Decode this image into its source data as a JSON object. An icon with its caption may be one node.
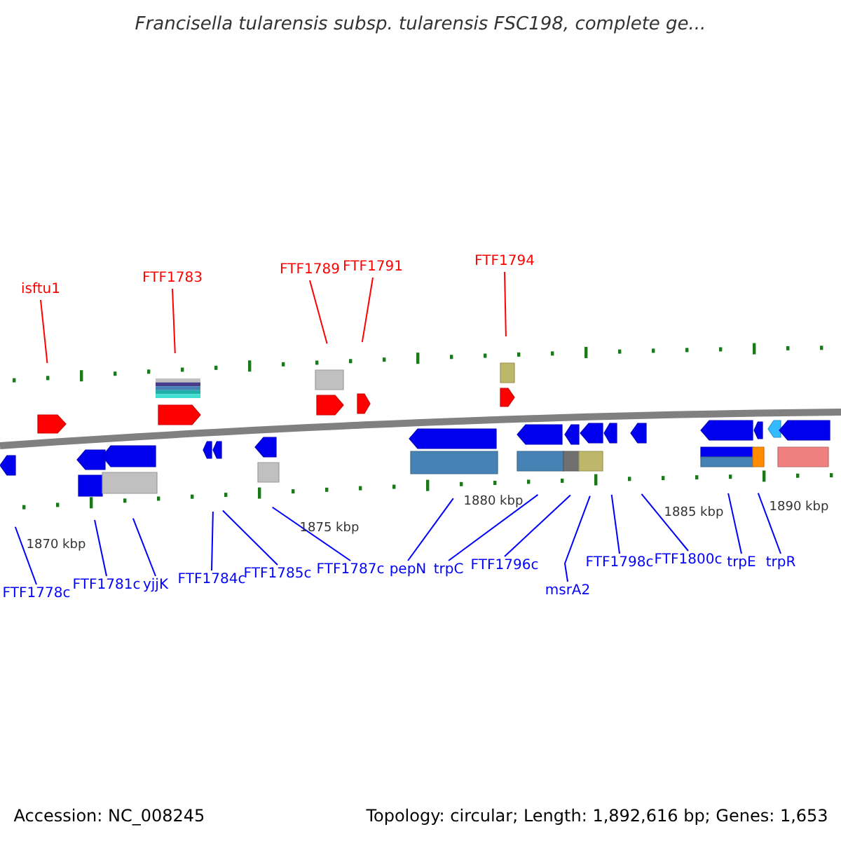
{
  "diagram": {
    "title": "Francisella tularensis subsp. tularensis FSC198, complete ge...",
    "nodes": [
      {
        "text": [
          "isftu1"
        ]
      },
      {
        "text": [
          "FTF1783"
        ]
      },
      {
        "text": [
          "FTF1789"
        ]
      },
      {
        "text": [
          "FTF1791"
        ]
      },
      {
        "text": [
          "FTF1794"
        ]
      },
      {
        "text": [
          "FTF1778c"
        ]
      },
      {
        "text": [
          "FTF1781c"
        ]
      },
      {
        "text": [
          "yjjK"
        ]
      },
      {
        "text": [
          "FTF1784c"
        ]
      },
      {
        "text": [
          "FTF1785c"
        ]
      },
      {
        "text": [
          "FTF1787c"
        ]
      },
      {
        "text": [
          "pepN"
        ]
      },
      {
        "text": [
          "trpC"
        ]
      },
      {
        "text": [
          "FTF1796c"
        ]
      },
      {
        "text": [
          "msrA2"
        ]
      },
      {
        "text": [
          "FTF1798c"
        ]
      },
      {
        "text": [
          "FTF1800c"
        ]
      },
      {
        "text": [
          "trpE"
        ]
      },
      {
        "text": [
          "trpR"
        ]
      }
    ],
    "edges": [
      {
        "from": 0,
        "to": null,
        "arrow": "none",
        "color": "#ff0000"
      },
      {
        "from": 1,
        "to": null,
        "arrow": "none",
        "color": "#ff0000"
      },
      {
        "from": 2,
        "to": null,
        "arrow": "none",
        "color": "#ff0000"
      },
      {
        "from": 3,
        "to": null,
        "arrow": "none",
        "color": "#ff0000"
      },
      {
        "from": 4,
        "to": null,
        "arrow": "none",
        "color": "#ff0000"
      },
      {
        "from": 5,
        "to": null,
        "arrow": "none"
      },
      {
        "from": 6,
        "to": null,
        "arrow": "none"
      },
      {
        "from": 7,
        "to": null,
        "arrow": "none"
      },
      {
        "from": 8,
        "to": null,
        "arrow": "none"
      },
      {
        "from": 9,
        "to": null,
        "arrow": "none"
      },
      {
        "from": 10,
        "to": null,
        "arrow": "none"
      },
      {
        "from": 11,
        "to": null,
        "arrow": "none"
      },
      {
        "from": 12,
        "to": null,
        "arrow": "none"
      },
      {
        "from": 13,
        "to": null,
        "arrow": "none"
      },
      {
        "from": 14,
        "to": null,
        "arrow": "none"
      },
      {
        "from": 15,
        "to": null,
        "arrow": "none"
      },
      {
        "from": 16,
        "to": null,
        "arrow": "none"
      },
      {
        "from": 17,
        "to": null,
        "arrow": "none"
      },
      {
        "from": 18,
        "to": null,
        "arrow": "none"
      }
    ],
    "labels": [
      "1870 kbp",
      "1875 kbp",
      "1880 kbp",
      "1885 kbp",
      "1890 kbp",
      "Accession: NC_008245",
      "Topology: circular; Length: 1,892,616 bp; Genes: 1,653"
    ]
  }
}
